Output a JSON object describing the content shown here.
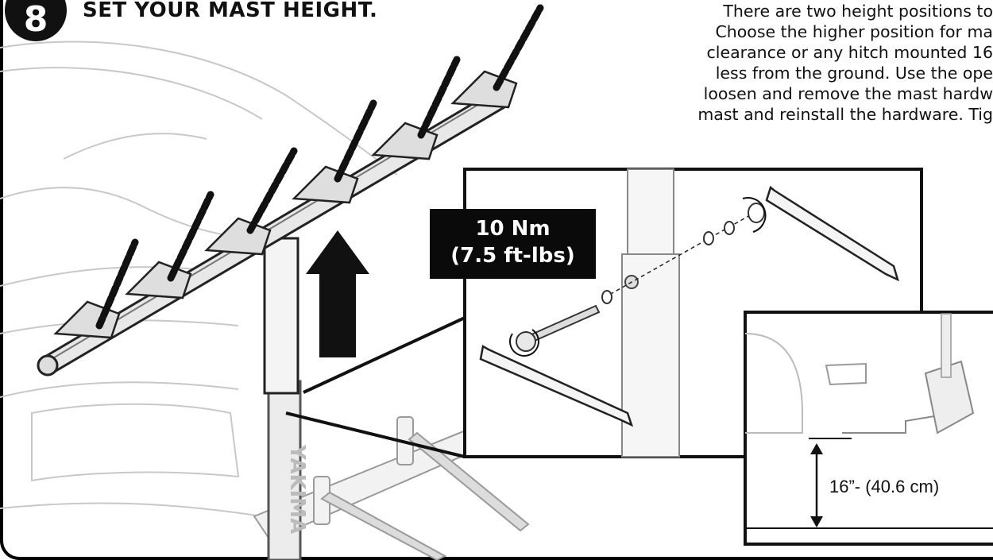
{
  "step": {
    "number": "8",
    "title": "SET YOUR MAST HEIGHT."
  },
  "instructions": {
    "lines": [
      "There are two height positions to",
      "Choose the higher position for ma",
      "clearance or any hitch mounted 16",
      "less from the ground. Use the ope",
      "loosen and remove the mast hardw",
      "mast and reinstall the hardware. Tig"
    ]
  },
  "torque": {
    "value": "10 Nm",
    "imperial": "(7.5 ft-lbs)"
  },
  "clearance": {
    "label": "16”- (40.6 cm)"
  },
  "brand": {
    "name": "YAKIMA"
  }
}
